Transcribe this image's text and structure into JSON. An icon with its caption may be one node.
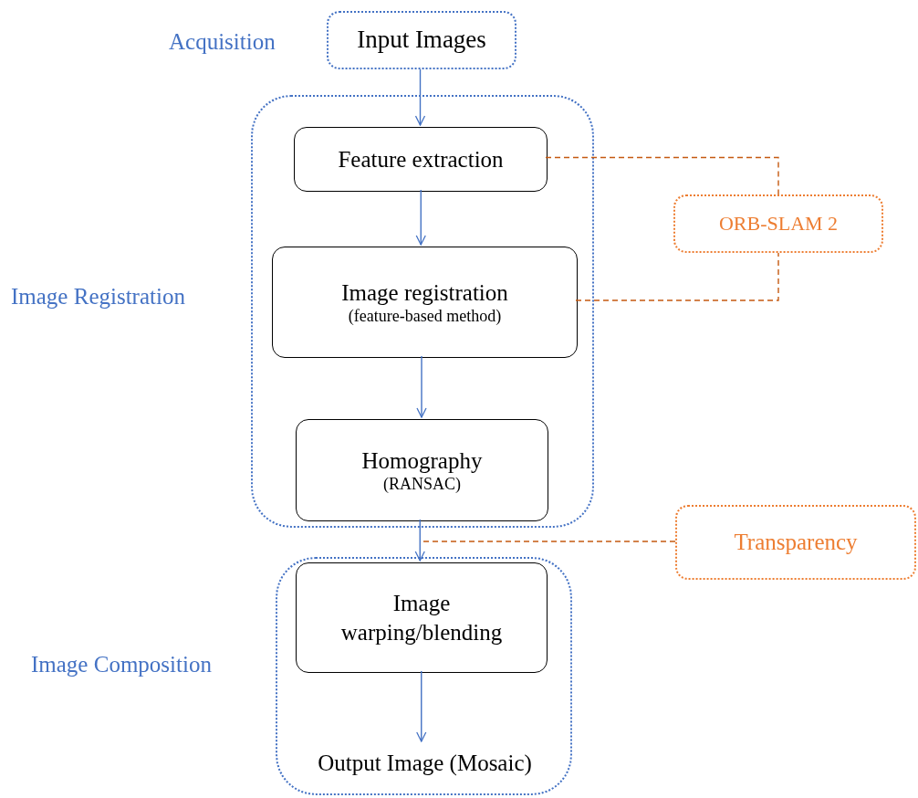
{
  "diagram": {
    "nodes": [
      {
        "text": [
          "Input Images"
        ],
        "beside": [
          "Acquisition"
        ]
      },
      {
        "text": [
          "Image Registration"
        ]
      },
      {
        "text": [
          "Feature extraction"
        ],
        "in": 1
      },
      {
        "text": [
          "Image registration",
          "(feature-based method)"
        ],
        "in": 1
      },
      {
        "text": [
          "Homography",
          "(RANSAC)"
        ],
        "in": 1
      },
      {
        "text": [
          "ORB-SLAM 2"
        ]
      },
      {
        "text": [
          "Transparency"
        ]
      },
      {
        "text": [
          "Image Composition"
        ]
      },
      {
        "text": [
          "Image warping/blending"
        ],
        "in": 7
      },
      {
        "text": [
          "Output Image (Mosaic)"
        ],
        "in": 7
      }
    ],
    "edges": [
      {
        "from": 0,
        "to": 2,
        "arrow": "to"
      },
      {
        "from": 2,
        "to": 3,
        "arrow": "to"
      },
      {
        "from": 3,
        "to": 4,
        "arrow": "to"
      },
      {
        "from": 4,
        "to": 8,
        "arrow": "to"
      },
      {
        "from": 8,
        "to": 9,
        "arrow": "to"
      },
      {
        "from": 2,
        "to": 5,
        "arrow": "none",
        "style": "dashed",
        "color": "#c55a11"
      },
      {
        "from": 3,
        "to": 5,
        "arrow": "none",
        "style": "dashed",
        "color": "#c55a11"
      },
      {
        "from": 6,
        "to": null,
        "arrow": "none",
        "style": "dashed",
        "color": "#c55a11"
      }
    ]
  }
}
